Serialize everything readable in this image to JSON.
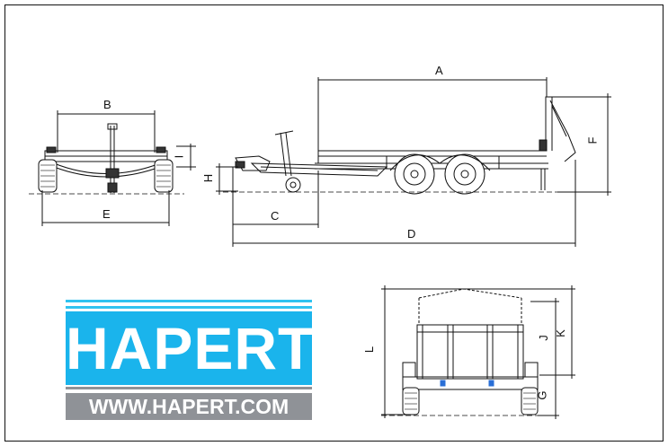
{
  "dimensions": {
    "A": "A",
    "B": "B",
    "C": "C",
    "D": "D",
    "E": "E",
    "F": "F",
    "G": "G",
    "H": "H",
    "I": "I",
    "J": "J",
    "K": "K",
    "L": "L"
  },
  "brand": {
    "name": "HAPERT",
    "url": "WWW.HAPERT.COM",
    "primary_color": "#1ab4ec",
    "secondary_color": "#8f9297"
  },
  "line_color": "#111111"
}
